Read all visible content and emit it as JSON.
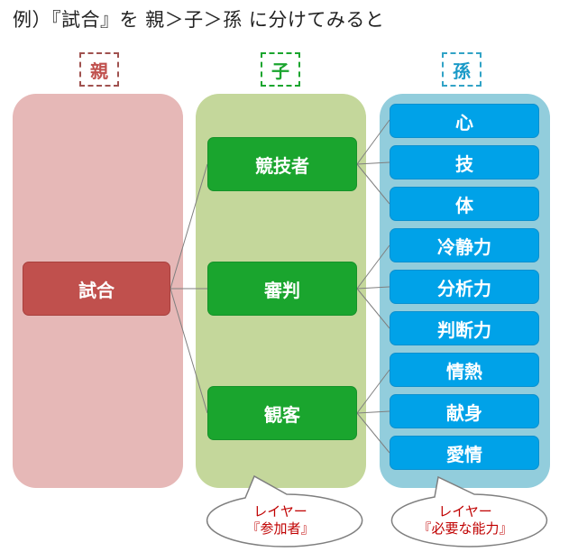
{
  "title": "例）『試合』を 親＞子＞孫 に分けてみると",
  "headers": {
    "parent": "親",
    "child": "子",
    "grandchild": "孫"
  },
  "colors": {
    "parent_panel": "#e6b8b7",
    "child_panel": "#c4d79b",
    "grandchild_panel": "#92cddc",
    "parent_node": "#c0504d",
    "child_node": "#1aa52e",
    "grandchild_node": "#00a2e8",
    "parent_header_border": "#a0524f",
    "child_header_border": "#1aa52e",
    "grandchild_header_border": "#31a3c6",
    "callout_text": "#c00000"
  },
  "parent": {
    "label": "試合"
  },
  "children": [
    {
      "label": "競技者",
      "grandchildren": [
        "心",
        "技",
        "体"
      ]
    },
    {
      "label": "審判",
      "grandchildren": [
        "冷静力",
        "分析力",
        "判断力"
      ]
    },
    {
      "label": "観客",
      "grandchildren": [
        "情熱",
        "献身",
        "愛情"
      ]
    }
  ],
  "callouts": {
    "child": {
      "line1": "レイヤー",
      "line2": "『参加者』"
    },
    "grandchild": {
      "line1": "レイヤー",
      "line2": "『必要な能力』"
    }
  }
}
